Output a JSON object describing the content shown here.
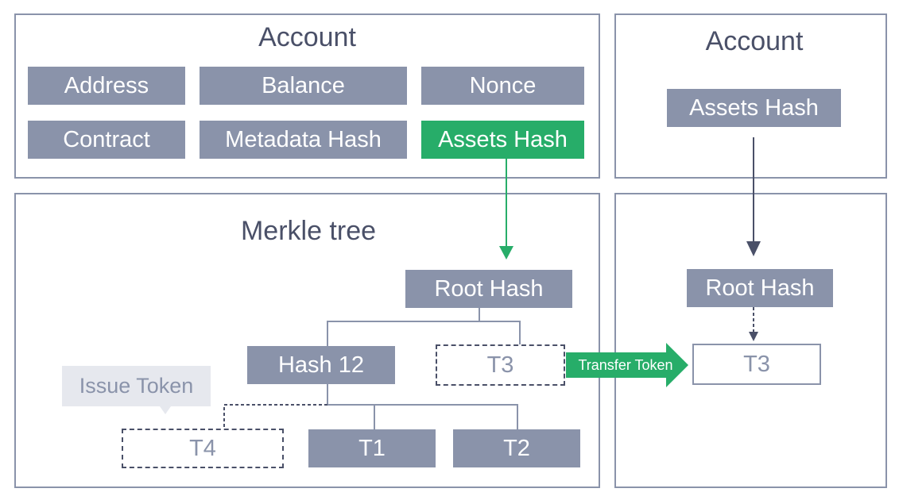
{
  "left_account": {
    "title": "Account",
    "fields": [
      "Address",
      "Balance",
      "Nonce",
      "Contract",
      "Metadata Hash",
      "Assets Hash"
    ]
  },
  "right_account": {
    "title": "Account",
    "assets_hash": "Assets Hash"
  },
  "merkle": {
    "title": "Merkle tree",
    "root": "Root Hash",
    "hash12": "Hash 12",
    "t3": "T3",
    "t4": "T4",
    "t1": "T1",
    "t2": "T2",
    "issue_token": "Issue Token"
  },
  "right_tree": {
    "root": "Root Hash",
    "t3": "T3"
  },
  "transfer_label": "Transfer Token",
  "colors": {
    "box": "#8a93aa",
    "highlight": "#27ad69",
    "text_dark": "#4a5068",
    "issue_bg": "#e6e8ee"
  }
}
